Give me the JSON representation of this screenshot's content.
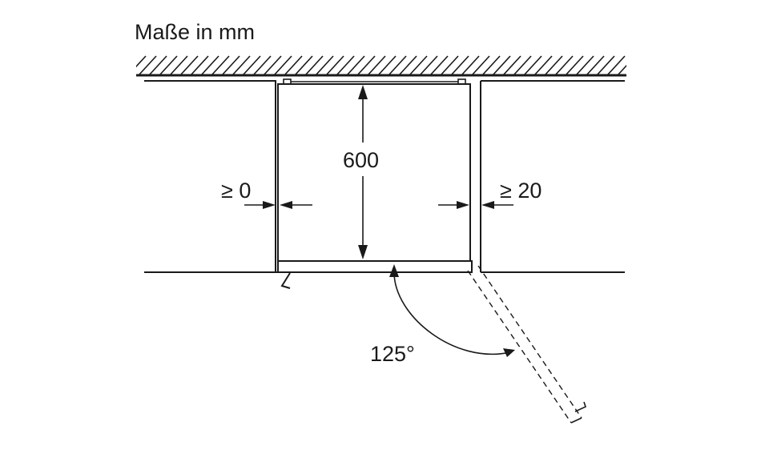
{
  "title": "Maße in mm",
  "dimensions": {
    "height": "600",
    "left_gap": "≥ 0",
    "right_gap": "≥ 20",
    "door_angle": "125°"
  }
}
